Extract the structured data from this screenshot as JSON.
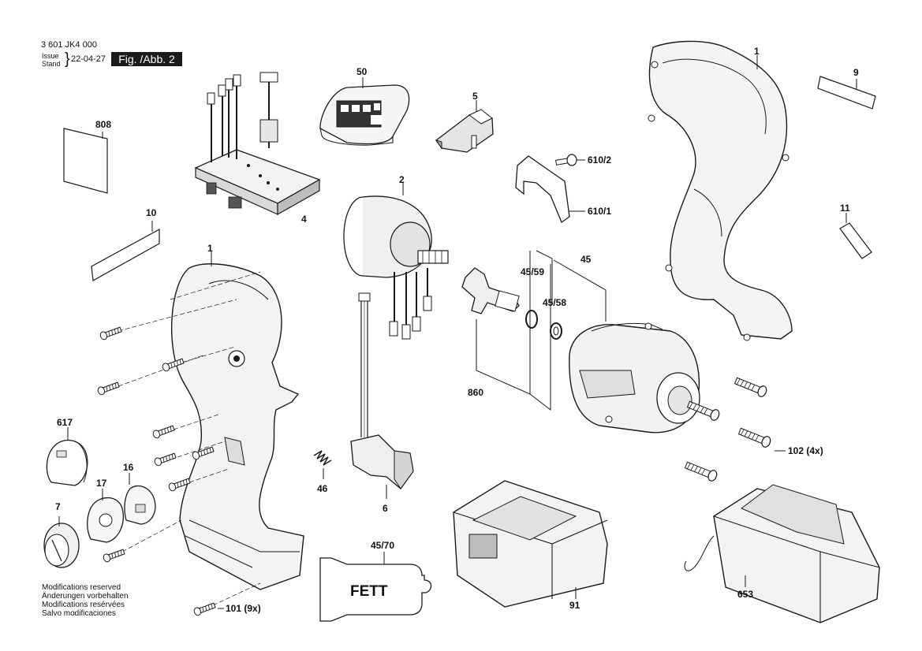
{
  "header": {
    "part_number": "3 601 JK4 000",
    "issue_label": "Issue",
    "stand_label": "Stand",
    "date": "22-04-27",
    "figure": "Fig. /Abb. 2"
  },
  "footer": {
    "modifications": [
      "Modifications reserved",
      "Änderungen vorbehalten",
      "Modifications resérvées",
      "Salvo modificaciones"
    ]
  },
  "grease_label": "FETT",
  "callouts": {
    "p1a": "1",
    "p1b": "1",
    "p2": "2",
    "p4": "4",
    "p5": "5",
    "p6": "6",
    "p7": "7",
    "p9": "9",
    "p10": "10",
    "p11": "11",
    "p16": "16",
    "p17": "17",
    "p45": "45",
    "p46": "46",
    "p50": "50",
    "p91": "91",
    "p617": "617",
    "p653": "653",
    "p808": "808",
    "p860": "860",
    "p45_59": "45/59",
    "p45_58": "45/58",
    "p45_70": "45/70",
    "p610_1": "610/1",
    "p610_2": "610/2",
    "p101": "101 (9x)",
    "p102": "102 (4x)"
  },
  "colors": {
    "line": "#1a1a1a",
    "fill_light": "#efefef",
    "fill_mid": "#d9d9d9",
    "fill_dark": "#9a9a9a"
  }
}
